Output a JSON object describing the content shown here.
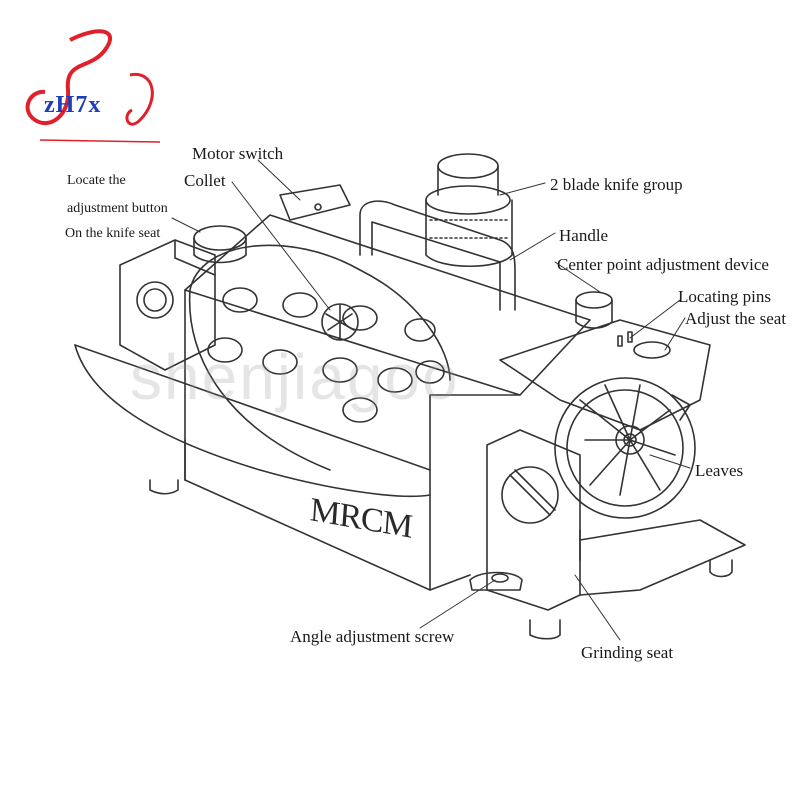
{
  "logo": {
    "text": "zH7x",
    "colors": {
      "red": "#e0202a",
      "blue": "#1f3fb8"
    }
  },
  "watermark": "shenjiagoo",
  "machine_brand": "MRCM",
  "labels": {
    "motor_switch": "Motor switch",
    "collet": "Collet",
    "locate_1": "Locate the",
    "locate_2": "adjustment button",
    "locate_3": "On the knife seat",
    "blade_group": "2 blade knife group",
    "handle": "Handle",
    "center_point": "Center point adjustment device",
    "locating_pins": "Locating pins",
    "adjust_seat": "Adjust the seat",
    "leaves": "Leaves",
    "angle_screw": "Angle adjustment screw",
    "grinding_seat": "Grinding seat"
  },
  "colors": {
    "line": "#333333",
    "text": "#1a1a1a"
  }
}
